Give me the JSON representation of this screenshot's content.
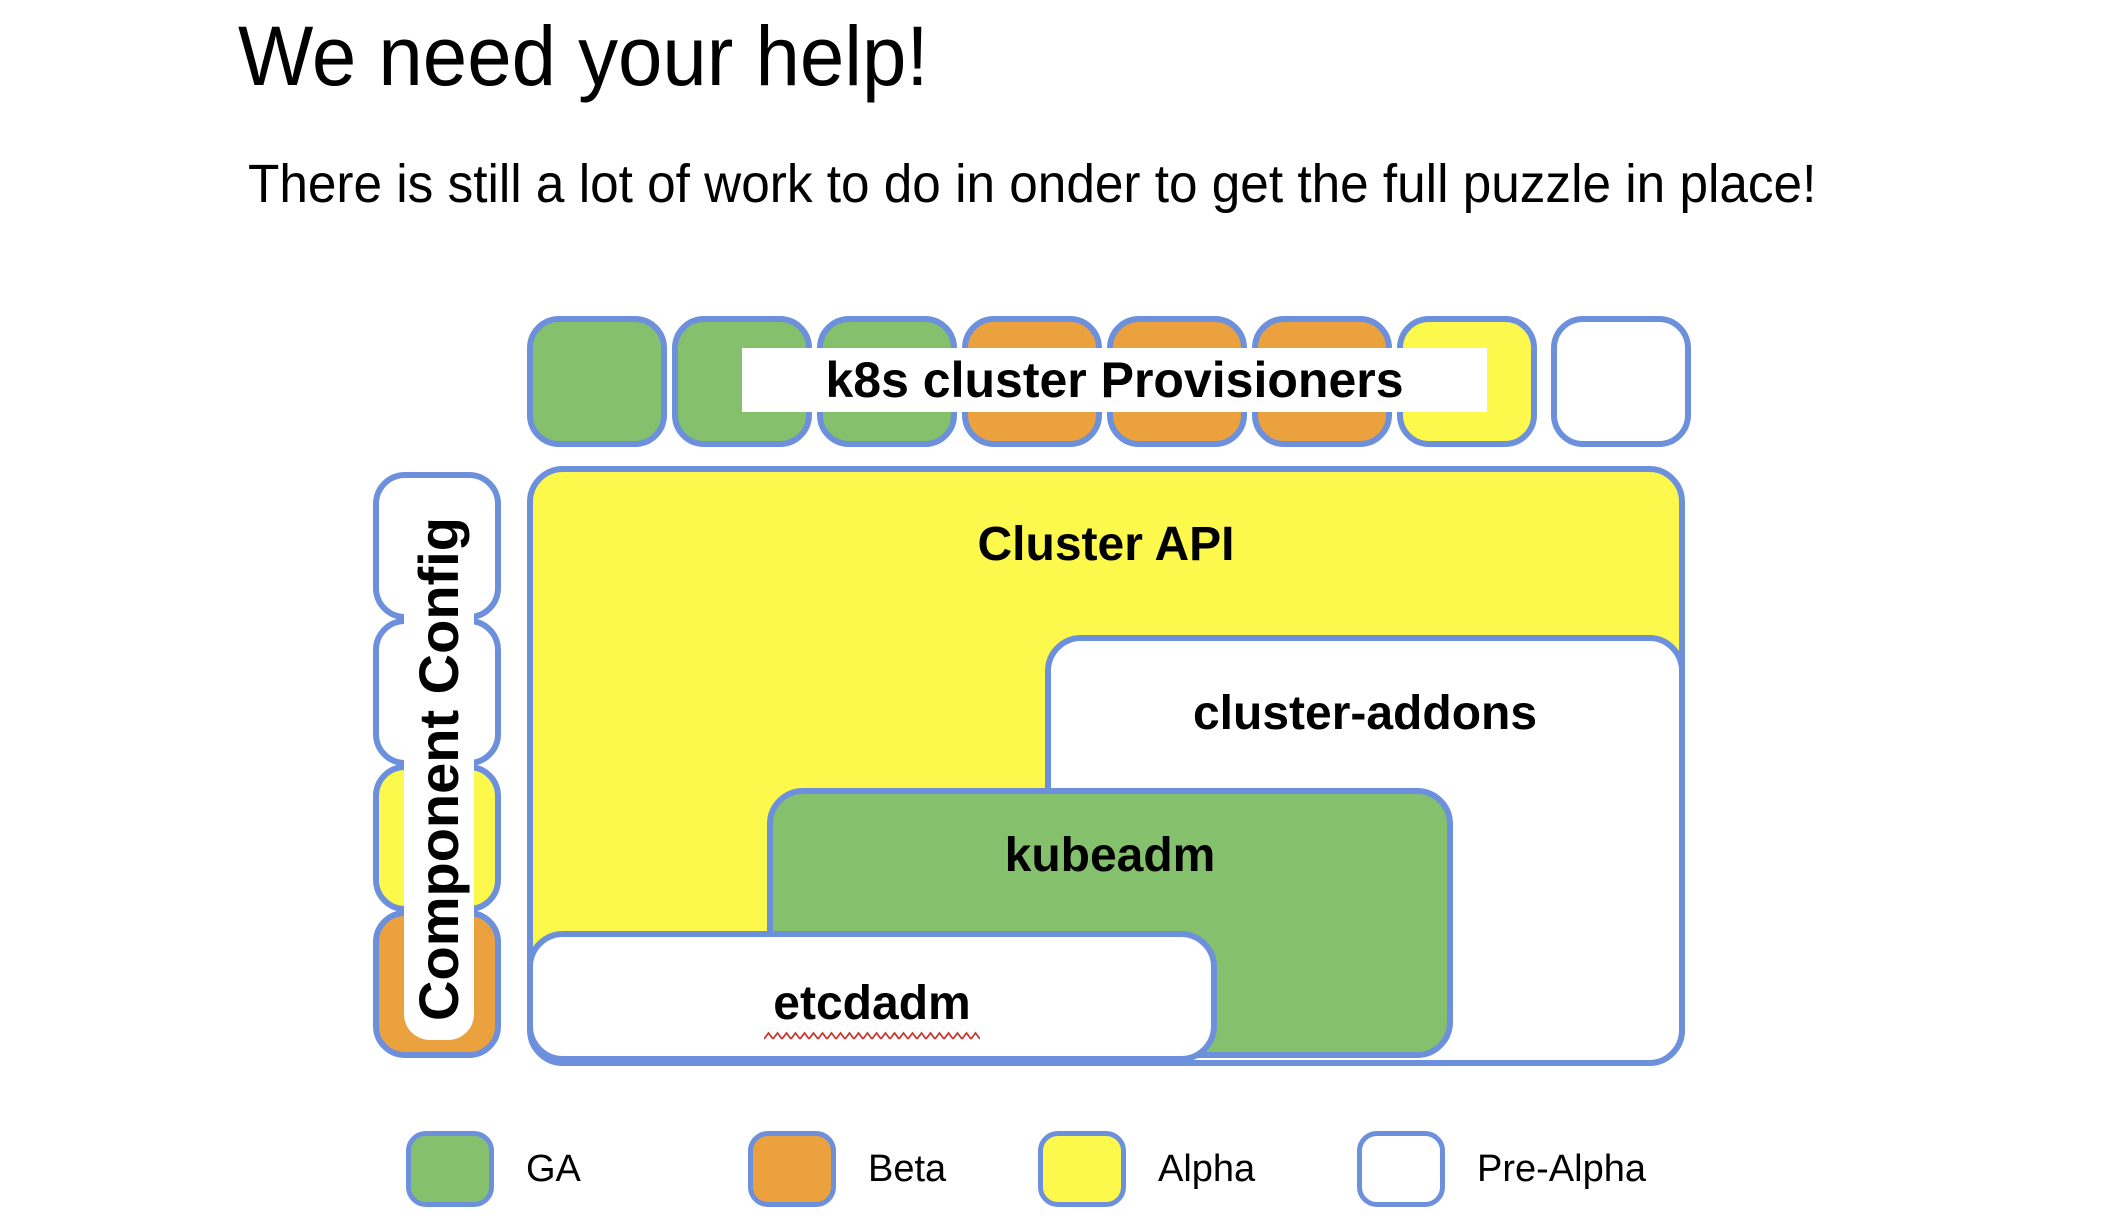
{
  "page": {
    "title": "We need your help!",
    "subtitle": "There is still a lot of work to do in onder to get the full puzzle in place!"
  },
  "colors": {
    "ga_green": "#85c06d",
    "beta_orange": "#eba13d",
    "alpha_yellow": "#fdf84c",
    "prealpha_white": "#ffffff",
    "border_blue": "#6d90dd",
    "squiggle_red": "#c7392e",
    "text_black": "#000000"
  },
  "diagram": {
    "provisioners_row": {
      "label": "k8s cluster Provisioners",
      "pieces": [
        {
          "status": "GA",
          "color": "#85c06d"
        },
        {
          "status": "GA",
          "color": "#85c06d"
        },
        {
          "status": "GA",
          "color": "#85c06d"
        },
        {
          "status": "Beta",
          "color": "#eba13d"
        },
        {
          "status": "Beta",
          "color": "#eba13d"
        },
        {
          "status": "Beta",
          "color": "#eba13d"
        },
        {
          "status": "Alpha",
          "color": "#fdf84c"
        },
        {
          "status": "Pre-Alpha",
          "color": "#ffffff"
        }
      ]
    },
    "component_config": {
      "label": "Component Config",
      "pieces": [
        {
          "status": "Pre-Alpha",
          "color": "#ffffff"
        },
        {
          "status": "Pre-Alpha",
          "color": "#ffffff"
        },
        {
          "status": "Alpha",
          "color": "#fdf84c"
        },
        {
          "status": "Beta",
          "color": "#eba13d"
        }
      ]
    },
    "boxes": [
      {
        "id": "cluster-api",
        "label": "Cluster API",
        "status": "Alpha",
        "color": "#fdf84c"
      },
      {
        "id": "cluster-addons",
        "label": "cluster-addons",
        "status": "Pre-Alpha",
        "color": "#ffffff"
      },
      {
        "id": "kubeadm",
        "label": "kubeadm",
        "status": "GA",
        "color": "#85c06d"
      },
      {
        "id": "etcdadm",
        "label": "etcdadm",
        "status": "Pre-Alpha",
        "color": "#ffffff"
      }
    ]
  },
  "legend": {
    "items": [
      {
        "label": "GA",
        "color": "#85c06d"
      },
      {
        "label": "Beta",
        "color": "#eba13d"
      },
      {
        "label": "Alpha",
        "color": "#fdf84c"
      },
      {
        "label": "Pre-Alpha",
        "color": "#ffffff"
      }
    ]
  }
}
